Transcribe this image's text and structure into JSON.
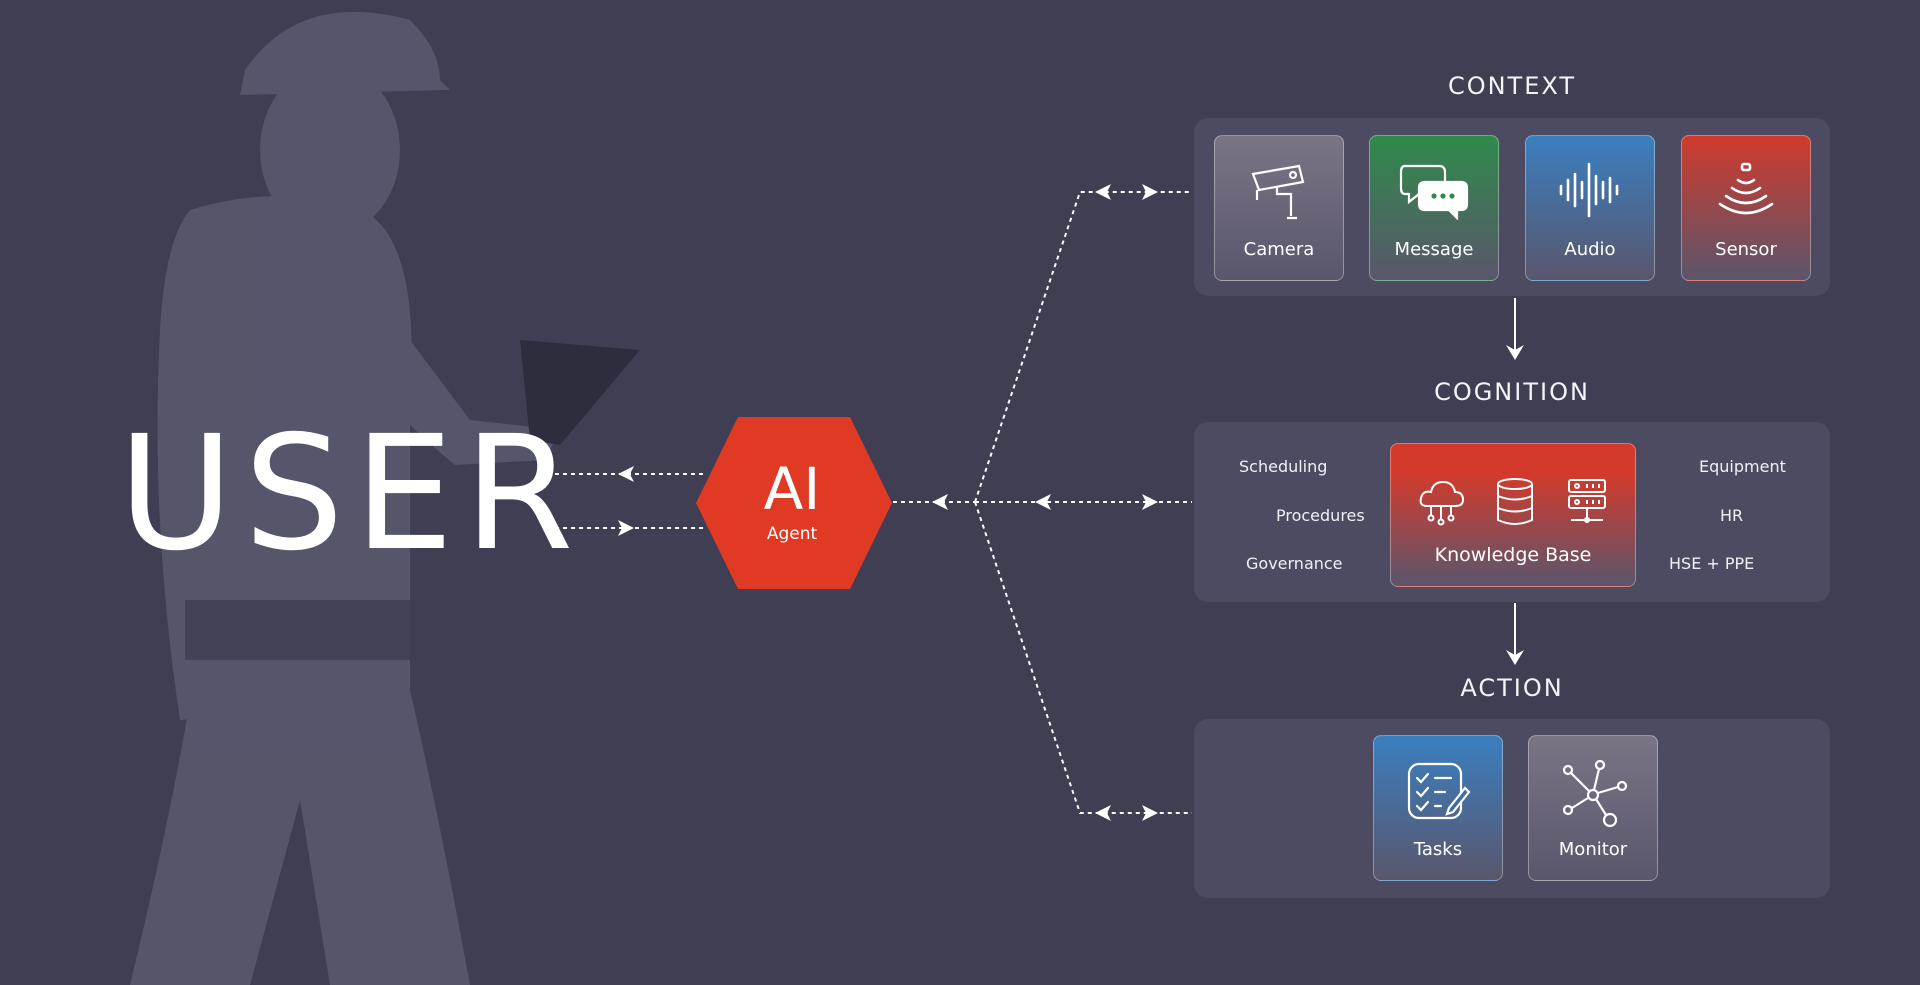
{
  "user_label": "USER",
  "agent": {
    "title": "AI",
    "subtitle": "Agent",
    "color": "#e03a24"
  },
  "context": {
    "title": "CONTEXT",
    "tiles": [
      {
        "label": "Camera",
        "icon": "security-camera-icon",
        "gradient": [
          "#7a7585",
          "#5a566c"
        ]
      },
      {
        "label": "Message",
        "icon": "chat-bubbles-icon",
        "gradient": [
          "#2f8a4a",
          "#5a566c"
        ]
      },
      {
        "label": "Audio",
        "icon": "audio-wave-icon",
        "gradient": [
          "#3a7fc0",
          "#5a566c"
        ]
      },
      {
        "label": "Sensor",
        "icon": "sensor-signal-icon",
        "gradient": [
          "#d03a2c",
          "#5a566c"
        ]
      }
    ]
  },
  "cognition": {
    "title": "COGNITION",
    "left_labels": [
      "Scheduling",
      "Procedures",
      "Governance"
    ],
    "right_labels": [
      "Equipment",
      "HR",
      "HSE + PPE"
    ],
    "knowledge_base": {
      "label": "Knowledge Base",
      "gradient": [
        "#d43a2c",
        "#5a566c"
      ]
    }
  },
  "action": {
    "title": "ACTION",
    "tiles": [
      {
        "label": "Tasks",
        "icon": "checklist-icon",
        "gradient": [
          "#3a7fc0",
          "#5a566c"
        ]
      },
      {
        "label": "Monitor",
        "icon": "network-icon",
        "gradient": [
          "#7a7585",
          "#5a566c"
        ]
      }
    ]
  }
}
